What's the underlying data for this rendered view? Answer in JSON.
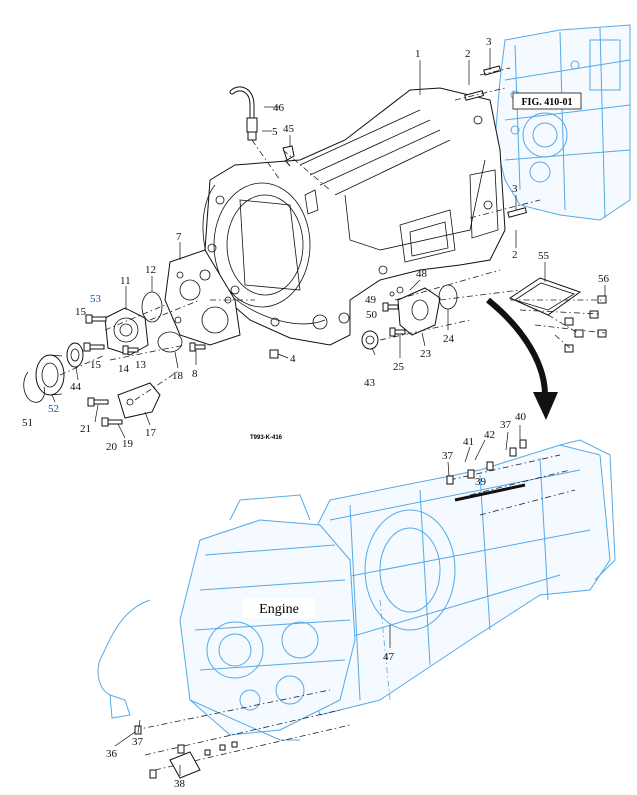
{
  "drawing_code": "T993-K-416",
  "figure_ref": "FIG. 410-01",
  "engine_label": "Engine",
  "callouts": [
    {
      "id": "1",
      "text": "1"
    },
    {
      "id": "2a",
      "text": "2"
    },
    {
      "id": "3a",
      "text": "3"
    },
    {
      "id": "3b",
      "text": "3"
    },
    {
      "id": "2b",
      "text": "2"
    },
    {
      "id": "46",
      "text": "46"
    },
    {
      "id": "5",
      "text": "5"
    },
    {
      "id": "45",
      "text": "45"
    },
    {
      "id": "7",
      "text": "7"
    },
    {
      "id": "11",
      "text": "11"
    },
    {
      "id": "12",
      "text": "12"
    },
    {
      "id": "53",
      "text": "53"
    },
    {
      "id": "15a",
      "text": "15"
    },
    {
      "id": "15b",
      "text": "15"
    },
    {
      "id": "14",
      "text": "14"
    },
    {
      "id": "13",
      "text": "13"
    },
    {
      "id": "44",
      "text": "44"
    },
    {
      "id": "52",
      "text": "52"
    },
    {
      "id": "51",
      "text": "51"
    },
    {
      "id": "21",
      "text": "21"
    },
    {
      "id": "20",
      "text": "20"
    },
    {
      "id": "19",
      "text": "19"
    },
    {
      "id": "17",
      "text": "17"
    },
    {
      "id": "18",
      "text": "18"
    },
    {
      "id": "8",
      "text": "8"
    },
    {
      "id": "4",
      "text": "4"
    },
    {
      "id": "48",
      "text": "48"
    },
    {
      "id": "49",
      "text": "49"
    },
    {
      "id": "50",
      "text": "50"
    },
    {
      "id": "24",
      "text": "24"
    },
    {
      "id": "23",
      "text": "23"
    },
    {
      "id": "25",
      "text": "25"
    },
    {
      "id": "43",
      "text": "43"
    },
    {
      "id": "55",
      "text": "55"
    },
    {
      "id": "56",
      "text": "56"
    },
    {
      "id": "40",
      "text": "40"
    },
    {
      "id": "37a",
      "text": "37"
    },
    {
      "id": "42",
      "text": "42"
    },
    {
      "id": "41",
      "text": "41"
    },
    {
      "id": "37b",
      "text": "37"
    },
    {
      "id": "39",
      "text": "39"
    },
    {
      "id": "47",
      "text": "47"
    },
    {
      "id": "36",
      "text": "36"
    },
    {
      "id": "37c",
      "text": "37"
    },
    {
      "id": "38",
      "text": "38"
    }
  ]
}
